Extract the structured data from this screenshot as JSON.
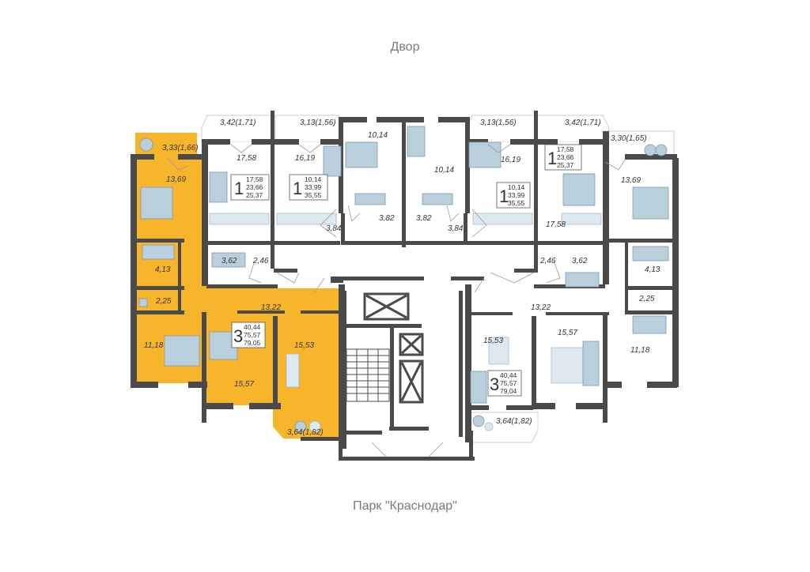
{
  "orientation": {
    "top_label": "Двор",
    "bottom_label": "Парк \"Краснодар\""
  },
  "colors": {
    "highlight_apartment": "#f7b52c",
    "walls": "#4a4a4a",
    "furniture": "#b9cfdc",
    "label_text": "#7a7a7a"
  },
  "balconies": [
    {
      "id": "balcony-left-yellow",
      "label": "3,33(1,66)"
    },
    {
      "id": "balcony-top-1",
      "label": "3,42(1,71)"
    },
    {
      "id": "balcony-top-2",
      "label": "3,13(1,56)"
    },
    {
      "id": "balcony-top-3",
      "label": "3,13(1,56)"
    },
    {
      "id": "balcony-top-4",
      "label": "3,42(1,71)"
    },
    {
      "id": "balcony-right",
      "label": "3,30(1,65)"
    },
    {
      "id": "balcony-bottom-left-yellow",
      "label": "3,64(1,82)"
    },
    {
      "id": "balcony-bottom-right",
      "label": "3,64(1,82)"
    }
  ],
  "rooms": {
    "yellow_bedroom_top": "13,69",
    "yellow_bath": "4,13",
    "yellow_wc": "2,25",
    "yellow_hall": "13,22",
    "yellow_bedroom_bottom": "11,18",
    "yellow_living": "15,57",
    "yellow_kitchen": "15,53",
    "apt1a_living": "17,58",
    "apt1a_bath": "3,62",
    "apt1a_hall": "2,46",
    "apt1b_living": "16,19",
    "apt1b_hall": "3,84",
    "apt1b_bedroom": "10,14",
    "apt1b_bath": "3,82",
    "apt1c_bedroom": "10,14",
    "apt1c_bath": "3,82",
    "apt1c_hall": "3,84",
    "apt1c_living": "16,19",
    "apt1d_living": "17,58",
    "apt1d_hall": "2,46",
    "apt1d_bath": "3,62",
    "right3_bedroom_top": "13,69",
    "right3_bath": "4,13",
    "right3_wc": "2,25",
    "right3_hall": "13,22",
    "right3_bedroom_bottom": "11,18",
    "right3_living": "15,57",
    "right3_kitchen": "15,53"
  },
  "apartments": [
    {
      "id": "apt-1a",
      "rooms": "1",
      "living": "17,58",
      "total": "23,66",
      "with_balcony": "25,37"
    },
    {
      "id": "apt-1b",
      "rooms": "1",
      "living": "10,14",
      "total": "33,99",
      "with_balcony": "35,55"
    },
    {
      "id": "apt-1c",
      "rooms": "1",
      "living": "10,14",
      "total": "33,99",
      "with_balcony": "35,55"
    },
    {
      "id": "apt-1d",
      "rooms": "1",
      "living": "17,58",
      "total": "23,66",
      "with_balcony": "25,37"
    },
    {
      "id": "apt-3-left",
      "rooms": "3",
      "living": "40,44",
      "total": "75,57",
      "with_balcony": "79,05",
      "highlighted": true
    },
    {
      "id": "apt-3-right",
      "rooms": "3",
      "living": "40,44",
      "total": "75,57",
      "with_balcony": "79,04"
    }
  ]
}
